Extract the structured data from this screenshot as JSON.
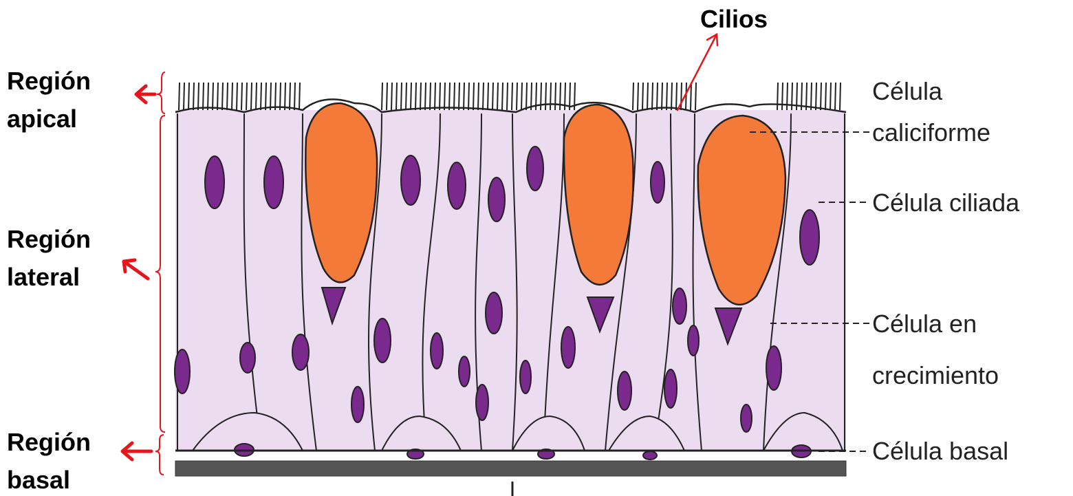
{
  "diagram": {
    "regions": {
      "apical": [
        "Región",
        "apical"
      ],
      "lateral": [
        "Región",
        "lateral"
      ],
      "basal": [
        "Región",
        "basal"
      ]
    },
    "cilia_label": "Cilios",
    "cell_labels": {
      "goblet": [
        "Célula",
        "caliciforme"
      ],
      "ciliated": "Célula ciliada",
      "growing": [
        "Célula en",
        "crecimiento"
      ],
      "basal": "Célula basal"
    },
    "colors": {
      "cytoplasm": "#ecdcef",
      "nucleus": "#7a2a8c",
      "goblet_mucus": "#f47a3a",
      "arrow": "#e8141b",
      "outline": "#222222",
      "basement": "#555555"
    }
  }
}
